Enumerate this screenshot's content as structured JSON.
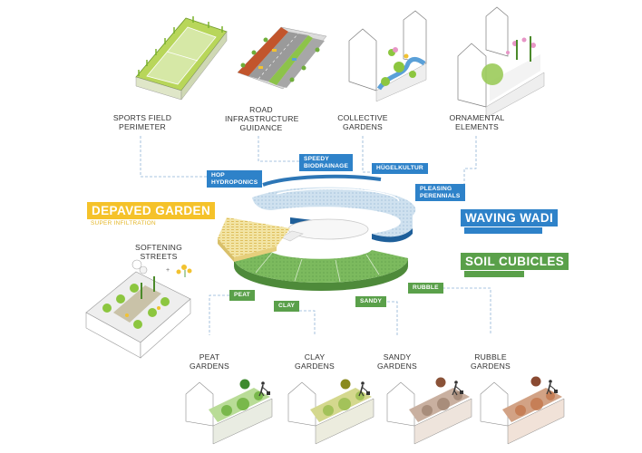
{
  "top_labels": {
    "sports": [
      "SPORTS FIELD",
      "PERIMETER"
    ],
    "road": [
      "ROAD",
      "INFRASTRUCTURE",
      "GUIDANCE"
    ],
    "collective": [
      "COLLECTIVE",
      "GARDENS"
    ],
    "ornamental": [
      "ORNAMENTAL",
      "ELEMENTS"
    ]
  },
  "blue_tags": {
    "hop": [
      "HOP",
      "HYDROPONICS"
    ],
    "speedy": [
      "SPEEDY",
      "BIODRAINAGE"
    ],
    "hugel": [
      "HÜGELKULTUR"
    ],
    "pleasing": [
      "PLEASING",
      "PERENNIALS"
    ]
  },
  "sections": {
    "depaved": {
      "title": "DEPAVED GARDEN",
      "subtitle": "SUPER INFILTRATION"
    },
    "waving": {
      "title": "WAVING WADI",
      "subtitle": "CAPILLARY INFILTRATION"
    },
    "soil": {
      "title": "SOIL CUBICLES",
      "subtitle": "ROTTERDAM SOILS"
    }
  },
  "softening": [
    "SOFTENING",
    "STREETS"
  ],
  "green_tags": {
    "peat": "PEAT",
    "clay": "CLAY",
    "sandy": "SANDY",
    "rubble": "RUBBLE"
  },
  "bottom_labels": {
    "peat": [
      "PEAT",
      "GARDENS"
    ],
    "clay": [
      "CLAY",
      "GARDENS"
    ],
    "sandy": [
      "SANDY",
      "GARDENS"
    ],
    "rubble": [
      "RUBBLE",
      "GARDENS"
    ]
  },
  "colors": {
    "blue": "#2e82c9",
    "green": "#5aa04a",
    "yellow": "#f5c22a",
    "peat_dot": "#3e8a2e",
    "clay_dot": "#8a8a1e",
    "sandy_dot": "#8a5238",
    "rubble_dot": "#8a4a32"
  }
}
